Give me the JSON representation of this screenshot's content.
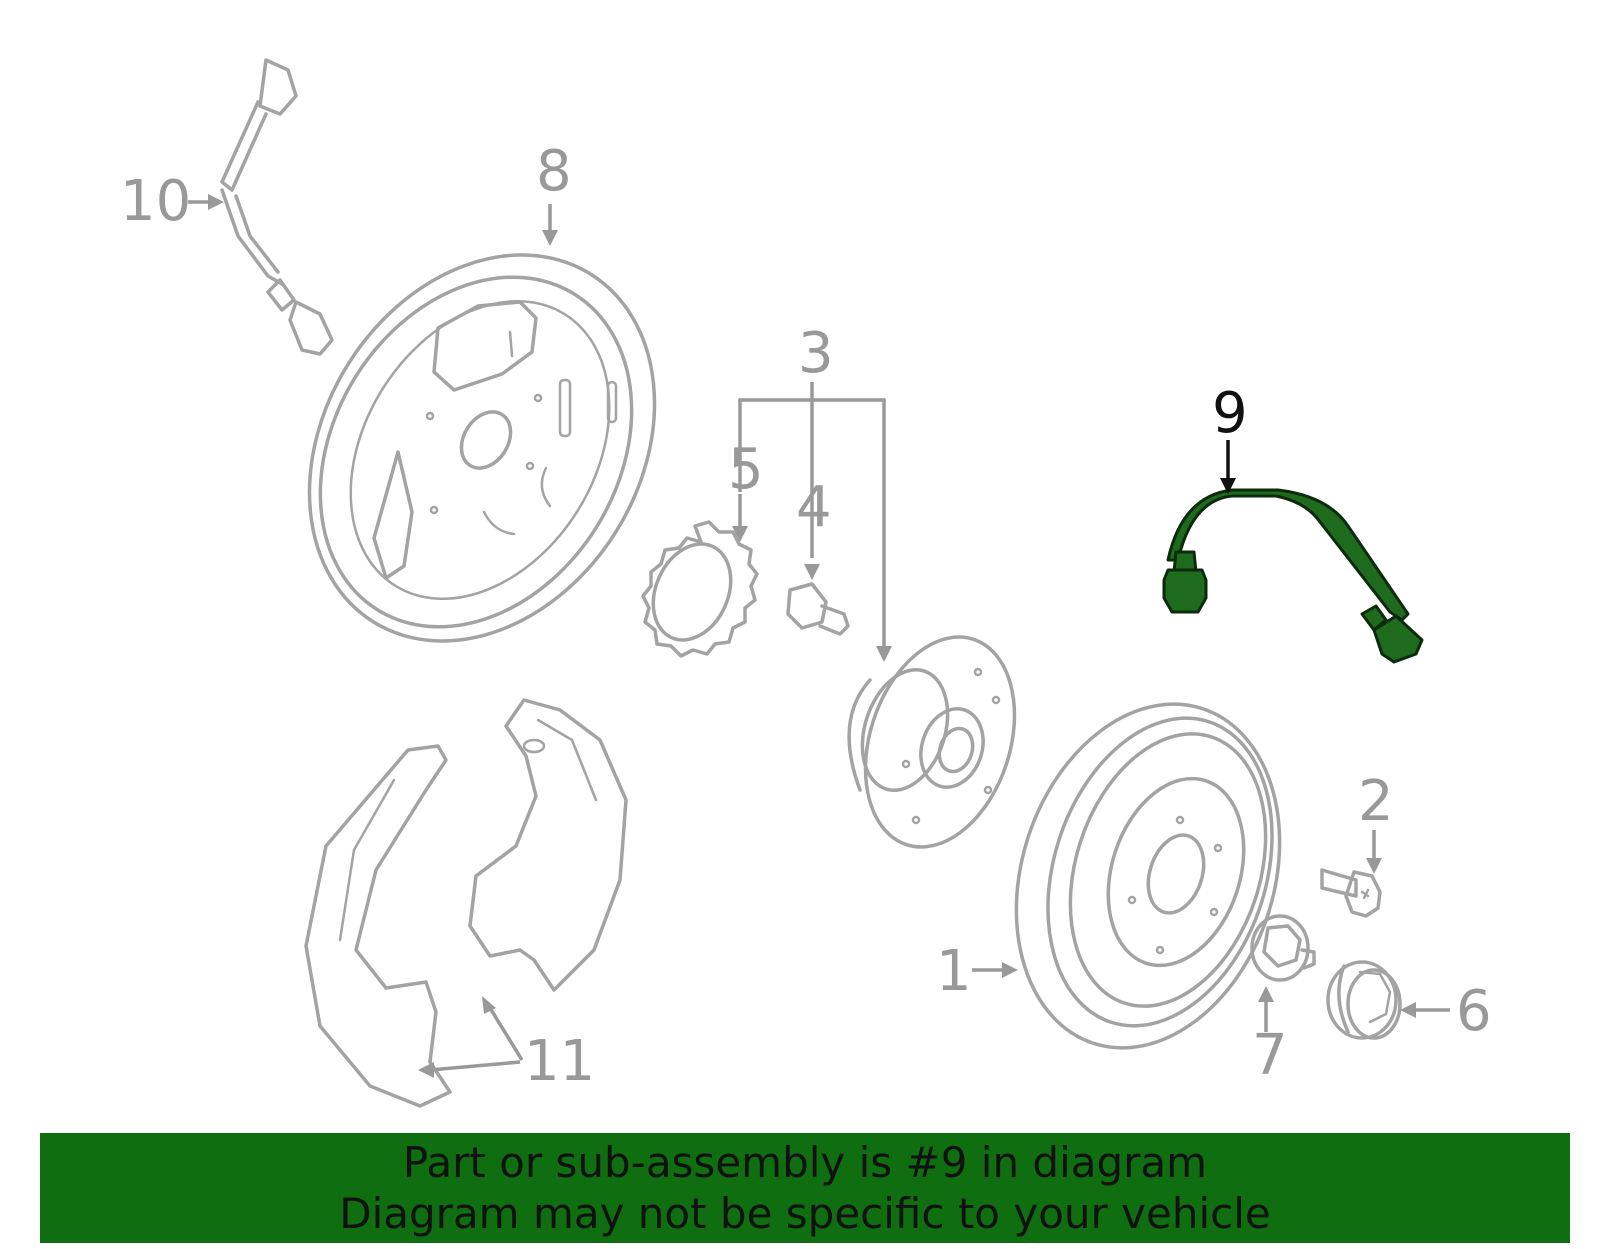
{
  "highlight_color": "#0f6e0f",
  "callouts": {
    "c1": "1",
    "c2": "2",
    "c3": "3",
    "c4": "4",
    "c5": "5",
    "c6": "6",
    "c7": "7",
    "c8": "8",
    "c9": "9",
    "c10": "10",
    "c11": "11"
  },
  "banner": {
    "line1": "Part or sub-assembly is #9 in diagram",
    "line2": "Diagram may not be specific to your vehicle"
  }
}
